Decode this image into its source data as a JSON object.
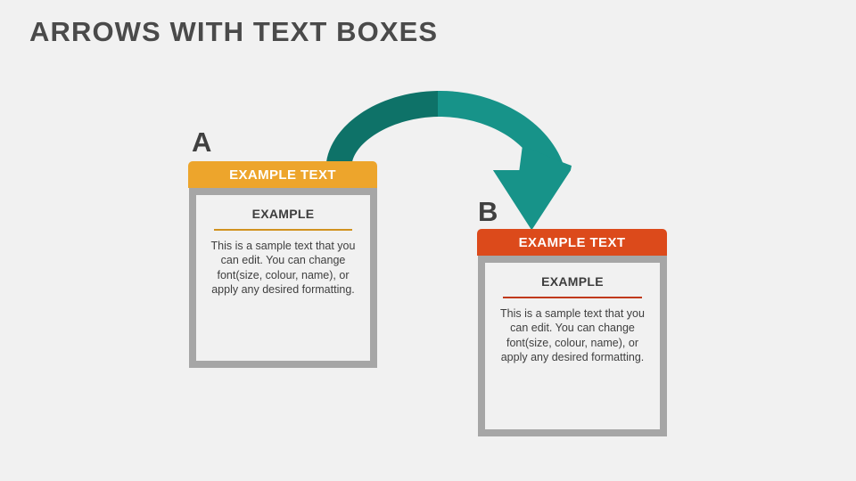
{
  "page": {
    "title": "ARROWS WITH TEXT BOXES",
    "background_color": "#f1f1f1",
    "title_color": "#4a4a4a"
  },
  "arrow": {
    "name": "curved-arrow-a-to-b",
    "direction": "a-to-b",
    "color_left": "#0e7268",
    "color_right": "#179389",
    "head": "down"
  },
  "cards": [
    {
      "letter": "A",
      "header": "EXAMPLE TEXT",
      "header_color": "#eda52c",
      "rule_color": "#d1921f",
      "frame_color": "#a6a6a6",
      "body_color": "#f1f1f1",
      "subtitle": "EXAMPLE",
      "text": "This is a sample text that you can edit. You can change font(size, colour, name), or apply any desired formatting."
    },
    {
      "letter": "B",
      "header": "EXAMPLE TEXT",
      "header_color": "#dc4a1b",
      "rule_color": "#c0391a",
      "frame_color": "#a6a6a6",
      "body_color": "#f1f1f1",
      "subtitle": "EXAMPLE",
      "text": "This is a sample text that you can edit. You can change font(size, colour, name), or apply any desired formatting."
    }
  ]
}
